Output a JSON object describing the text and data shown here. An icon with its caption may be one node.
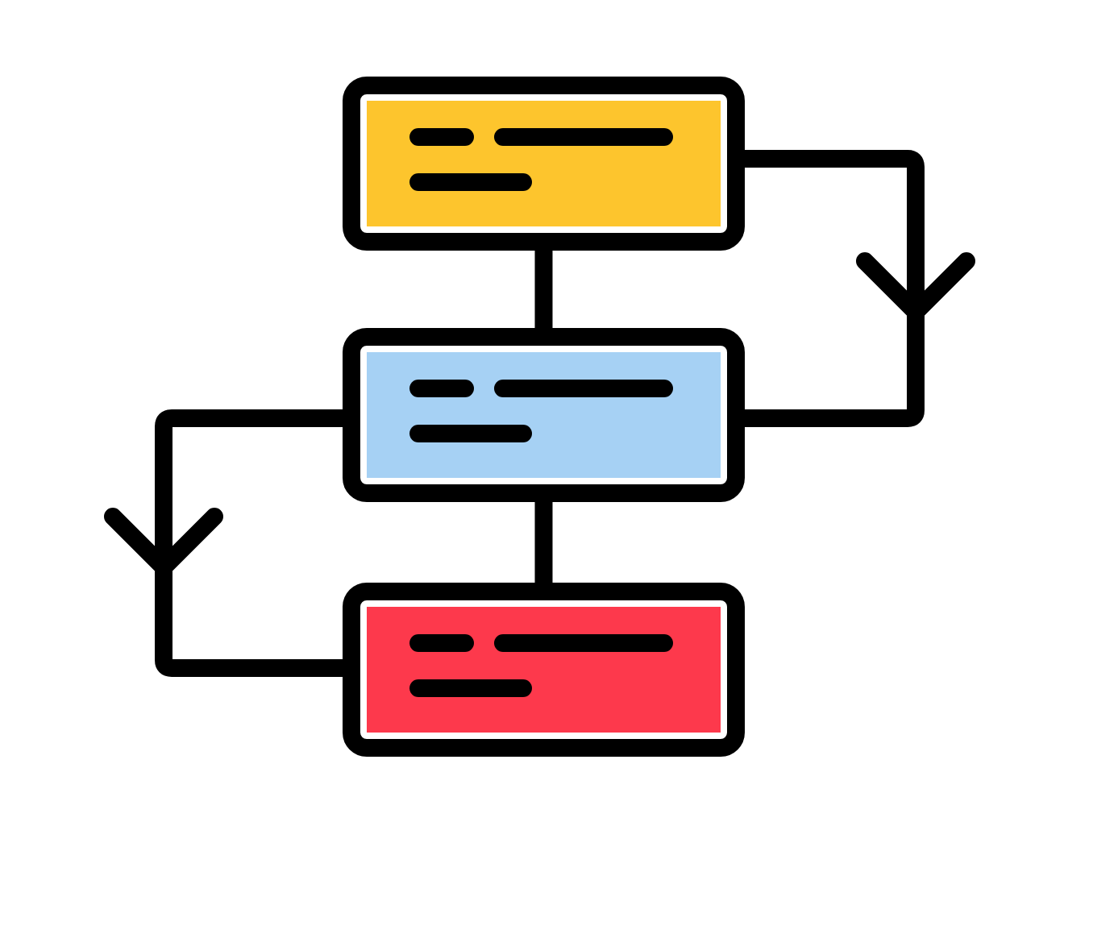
{
  "diagram": {
    "nodes": [
      {
        "text": [],
        "shape": "box"
      },
      {
        "text": [],
        "shape": "box"
      },
      {
        "text": [],
        "shape": "box"
      }
    ],
    "edges": [
      {
        "from": 0,
        "to": 1,
        "arrow": "none"
      },
      {
        "from": 1,
        "to": 2,
        "arrow": "none"
      },
      {
        "from": 0,
        "to": 1,
        "arrow": "to"
      },
      {
        "from": 1,
        "to": 2,
        "arrow": "to"
      }
    ]
  }
}
